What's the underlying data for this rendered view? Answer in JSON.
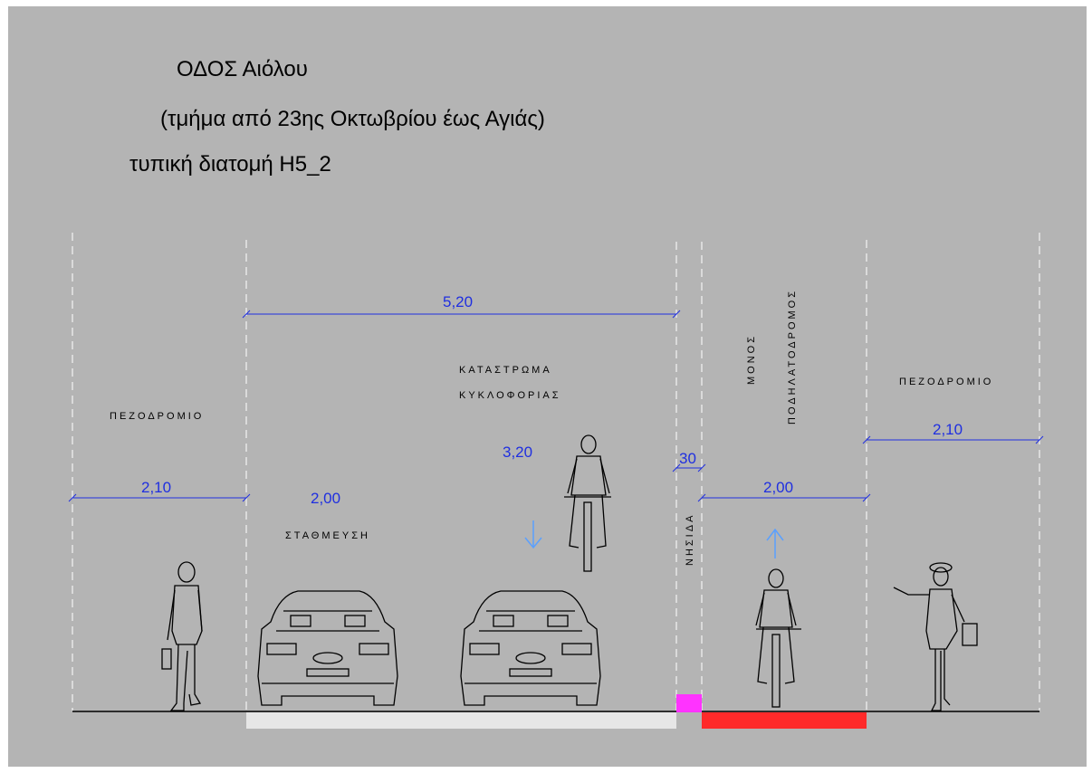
{
  "title": {
    "line1": "ΟΔΟΣ Αιόλου",
    "line2": "(τμήμα από 23ης Οκτωβρίου  έως Αγιάς)",
    "line3": "τυπική διατομή  Η5_2"
  },
  "labels": {
    "left_sidewalk": "ΠΕΖΟΔΡΟΜΙΟ",
    "right_sidewalk": "ΠΕΖΟΔΡΟΜΙΟ",
    "carriageway_line1": "ΚΑΤΑΣΤΡΩΜΑ",
    "carriageway_line2": "ΚΥΚΛΟΦΟΡΙΑΣ",
    "parking": "ΣΤΑΘΜΕΥΣΗ",
    "island": "ΝΗΣΙΔΑ",
    "bike_line1": "ΜΟΝΟΣ",
    "bike_line2": "ΠΟΔΗΛΑΤΟΔΡΟΜΟΣ"
  },
  "dimensions": {
    "total_carriageway": "5,20",
    "left_sidewalk": "2,10",
    "parking": "2,00",
    "traffic_lane": "3,20",
    "island": "30",
    "bike_lane": "2,00",
    "right_sidewalk": "2,10"
  },
  "colors": {
    "background": "#b4b4b4",
    "dimension": "#1f2fe0",
    "guide_lines": "#f4f4f4",
    "road_surface": "#e6e6e6",
    "island_fill": "#ff33ff",
    "bike_lane_fill": "#ff2a2a",
    "arrow": "#5aa0ff"
  },
  "arrows": {
    "traffic_direction": "down-arrow",
    "bike_direction": "up-arrow"
  }
}
